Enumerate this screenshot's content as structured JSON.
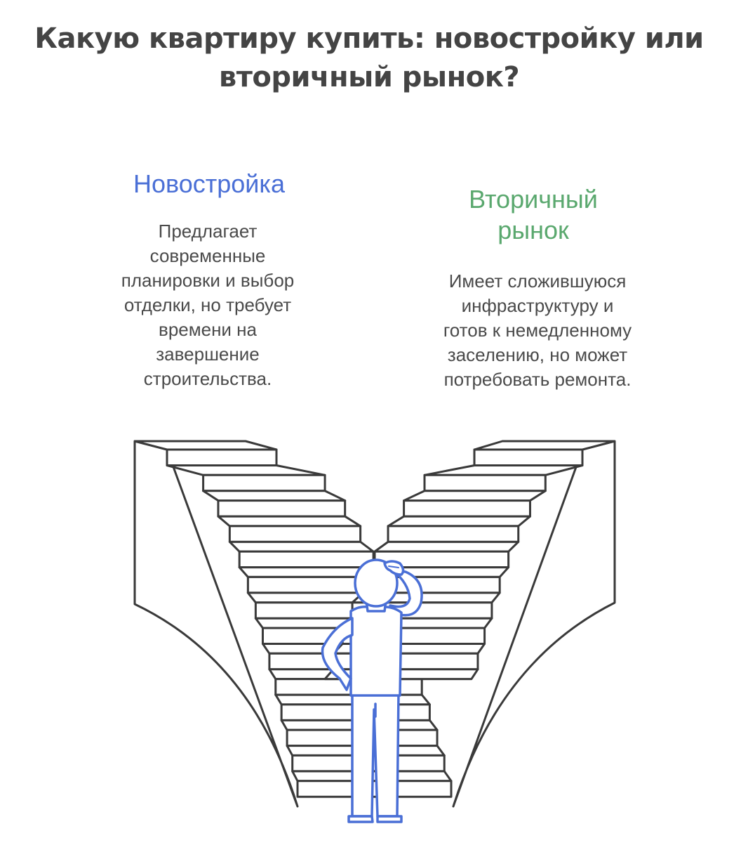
{
  "title": {
    "line1": "Какую квартиру купить: новостройку или",
    "line2": "вторичный рынок?"
  },
  "options": {
    "new_build": {
      "heading": "Новостройка",
      "description": [
        "Предлагает",
        "современные",
        "планировки и выбор",
        "отделки, но требует",
        "времени на",
        "завершение",
        "строительства."
      ],
      "color": "#4a6fd6"
    },
    "secondary": {
      "heading": [
        "Вторичный",
        "рынок"
      ],
      "description": [
        "Имеет сложившуюся",
        "инфраструктуру и",
        "готов к немедленному",
        "заселению, но может",
        "потребовать ремонта."
      ],
      "color": "#5aa86e"
    }
  },
  "illustration": {
    "icons": [
      "left-staircase-icon",
      "right-staircase-icon",
      "thinking-person-icon"
    ],
    "stroke_color": "#3a3a3a",
    "person_color": "#4a6fd6"
  }
}
